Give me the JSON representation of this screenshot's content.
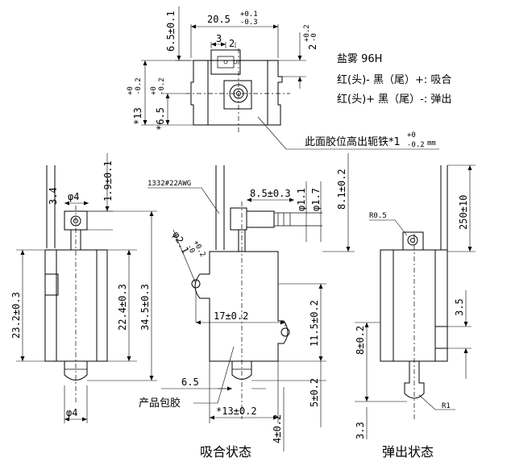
{
  "top_view": {
    "width": "20.5",
    "width_tol_upper": "+0.1",
    "width_tol_lower": "-0.3",
    "height_top": "6.5±0.1",
    "dim_3": "3",
    "dim_2": "2",
    "right_dim": "2",
    "right_dim_tol": "+0.2",
    "right_dim_tol2": "-0",
    "left_outer": "*13",
    "left_outer_tol_upper": "+0",
    "left_outer_tol_lower": "-0.2",
    "left_inner": "*6.5",
    "left_inner_tol_upper": "+0",
    "left_inner_tol_lower": "-0.2"
  },
  "notes": {
    "salt_spray": "盐雾 96H",
    "line1": "红(头)- 黑（尾）+: 吸合",
    "line2": "红(头)+ 黑（尾）-: 弹出",
    "surface_note": "此面胶位高出轭铁*1",
    "surface_tol_upper": "+0",
    "surface_tol_lower": "-0.2",
    "surface_unit": "mm"
  },
  "left_view": {
    "dim_3_4": "3.4",
    "dim_phi4_top": "φ4",
    "dim_1_9": "1.9±0.1",
    "dim_23_2": "23.2±0.3",
    "dim_22_4": "22.4±0.3",
    "dim_34_5": "34.5±0.3",
    "dim_phi4_bottom": "φ4"
  },
  "center_view": {
    "wire_label": "1332#22AWG",
    "dim_8_5": "8.5±0.3",
    "dim_phi1_1": "φ1.1",
    "dim_phi1_7": "φ1.7",
    "dim_8_1": "8.1±0.2",
    "dim_phi2_1": "φ2.1",
    "dim_phi2_1_tol_upper": "+0.2",
    "dim_phi2_1_tol_lower": "-0",
    "dim_17": "17±0.2",
    "dim_11_5": "11.5±0.2",
    "dim_6_5": "6.5",
    "dim_5": "5±0.2",
    "dim_13": "*13±0.2",
    "dim_4": "4±0.2",
    "label_product": "产品包胶",
    "title": "吸合状态"
  },
  "right_view": {
    "dim_r0_5": "R0.5",
    "dim_250": "250±10",
    "dim_3_5": "3.5",
    "dim_8": "8±0.2",
    "dim_r1": "R1",
    "dim_3_3": "3.3",
    "title": "弹出状态"
  }
}
